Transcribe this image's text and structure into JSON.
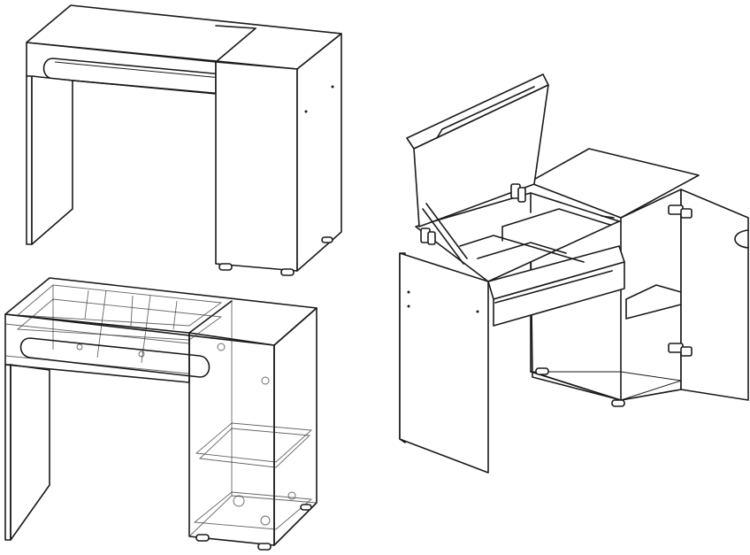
{
  "diagram": {
    "views": [
      "closed-view",
      "wireframe-view",
      "open-view"
    ],
    "colors": {
      "line": "#1a1a1a",
      "background": "#ffffff"
    }
  }
}
